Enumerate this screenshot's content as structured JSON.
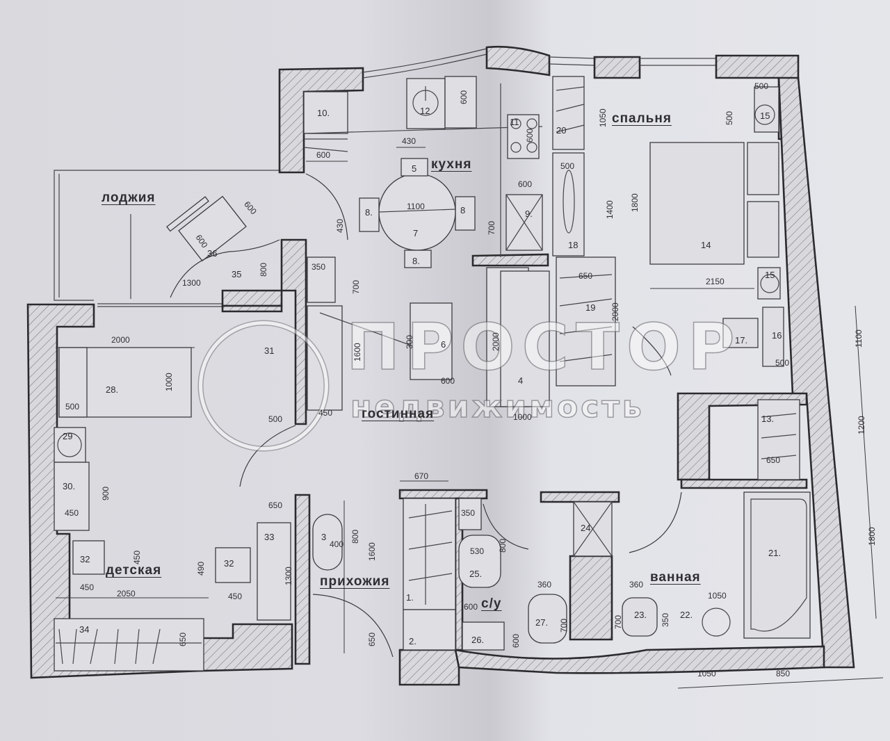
{
  "rooms": {
    "loggia": "лоджия",
    "kitchen": "кухня",
    "bedroom": "спальня",
    "living_room": "гостинная",
    "kids_room": "детская",
    "hallway": "прихожия",
    "wc": "с/у",
    "bathroom": "ванная"
  },
  "watermark": {
    "main": "ПРОСТОР",
    "sub": "недвижимость"
  },
  "furniture_numbers": {
    "n1": "1.",
    "n2": "2.",
    "n3": "3",
    "n4": "4",
    "n5_kitchen": "5",
    "n6": "6",
    "n7": "7",
    "n8_left": "8.",
    "n8_right": "8",
    "n8_bottom": "8.",
    "n9": "9.",
    "n10": "10.",
    "n11": "11",
    "n12": "12",
    "n13": "13.",
    "n14": "14",
    "n15_top": "15",
    "n15_bottom": "15",
    "n16": "16",
    "n17": "17.",
    "n18": "18",
    "n19": "19",
    "n20": "20",
    "n21": "21.",
    "n22": "22.",
    "n23": "23.",
    "n24": "24",
    "n25": "25.",
    "n26": "26.",
    "n27": "27.",
    "n28": "28.",
    "n29": "29",
    "n30": "30.",
    "n31": "31",
    "n32_left": "32",
    "n32_right": "32",
    "n33": "33",
    "n34": "34",
    "n35": "35",
    "n36": "36"
  },
  "dimensions": {
    "kitchen": {
      "d600_top": "600",
      "d600_left": "600",
      "d430_top": "430",
      "d430_left": "430",
      "d1100": "1100",
      "d600_fridge": "600",
      "d700": "700",
      "d600_stove": "600"
    },
    "loggia": {
      "d600": "600",
      "d600_inner": "600",
      "d1300": "1300",
      "d800": "800"
    },
    "living": {
      "d350": "350",
      "d700": "700",
      "d1600": "1600",
      "d300": "300",
      "d600": "600",
      "d2000": "2000",
      "d450": "450",
      "d1000": "1000",
      "d500": "500",
      "d1000_b": "1000"
    },
    "bedroom": {
      "d1050": "1050",
      "d500_top": "500",
      "d500_side": "500",
      "d500_mirror": "500",
      "d1400": "1400",
      "d1800": "1800",
      "d650": "650",
      "d2000": "2000",
      "d2150": "2150",
      "d500_bottom": "500",
      "d650_closet": "650"
    },
    "kids": {
      "d2000": "2000",
      "d1000": "1000",
      "d500": "500",
      "d500_b": "500",
      "d900": "900",
      "d450_a": "450",
      "d450_b": "450",
      "d450_c": "450",
      "d490_a": "450",
      "d490_b": "490",
      "d2050": "2050",
      "d650_top": "650",
      "d1300": "1300",
      "d650_wardrobe": "650"
    },
    "hallway": {
      "d670": "670",
      "d400": "400",
      "d800": "800",
      "d1600": "1600",
      "d650": "650"
    },
    "wc": {
      "d350": "350",
      "d530": "530",
      "d800": "800",
      "d600": "600",
      "d600_b": "600",
      "d360": "360",
      "d700": "700"
    },
    "bathroom": {
      "d360": "360",
      "d1050": "1050",
      "d700": "700",
      "d350": "350",
      "d1050_bottom": "1050",
      "d850_bottom": "850"
    },
    "right_side": {
      "d1100": "1100",
      "d1200": "1200",
      "d1800": "1800"
    }
  }
}
